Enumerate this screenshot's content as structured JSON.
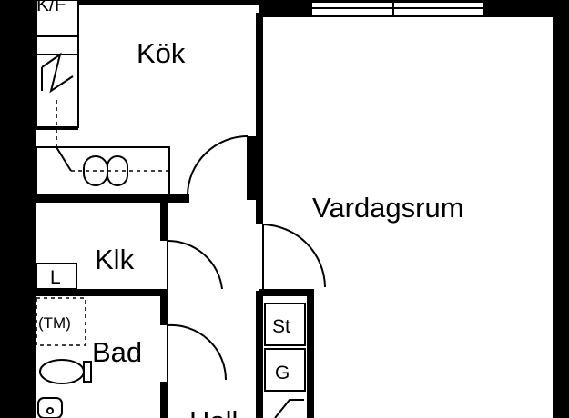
{
  "floorplan": {
    "rooms": {
      "kok": "Kök",
      "vardagsrum": "Vardagsrum",
      "klk": "Klk",
      "bad": "Bad",
      "hall": "Hall"
    },
    "fixtures": {
      "kf": "K/F",
      "laundry": "L",
      "washer": "(TM)",
      "storage": "St",
      "wardrobe": "G"
    }
  }
}
